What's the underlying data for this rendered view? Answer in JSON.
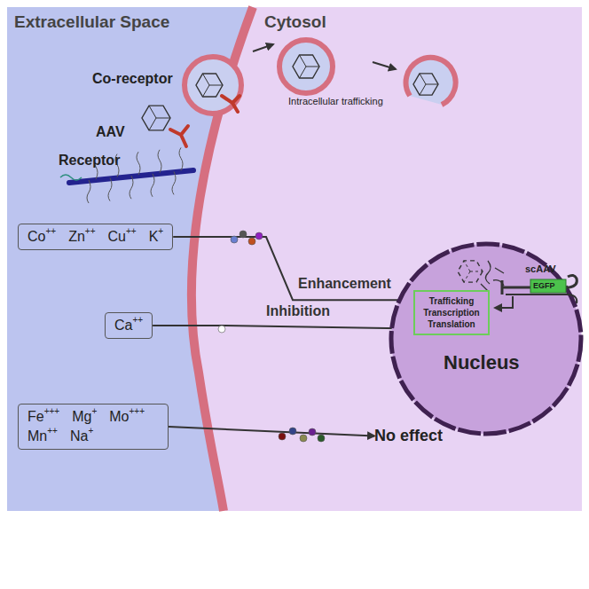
{
  "diagram": {
    "nodes": [
      {
        "text": [
          "Co++",
          "Zn++",
          "Cu++",
          "K+"
        ]
      },
      {
        "text": [
          "Ca++"
        ]
      },
      {
        "text": [
          "Fe+++",
          "Mg+",
          "Mo+++",
          "Mn++",
          "Na+"
        ]
      },
      {
        "text": [
          "Nucleus"
        ]
      },
      {
        "text": [
          "Trafficking Transcription Translation"
        ],
        "in": 3
      },
      {
        "text": [
          "No effect"
        ]
      }
    ],
    "edges": [
      {
        "from": 0,
        "to": 4,
        "label": "Enhancement",
        "arrow": "to"
      },
      {
        "from": 1,
        "to": 4,
        "label": "Inhibition",
        "arrow": "to"
      },
      {
        "from": 2,
        "to": 5,
        "arrow": "to"
      }
    ],
    "labels": [
      "Extracellular Space",
      "Cytosol",
      "Co-receptor",
      "AAV",
      "Receptor",
      "Intracellular trafficking",
      "scAAV",
      "EGFP"
    ]
  }
}
